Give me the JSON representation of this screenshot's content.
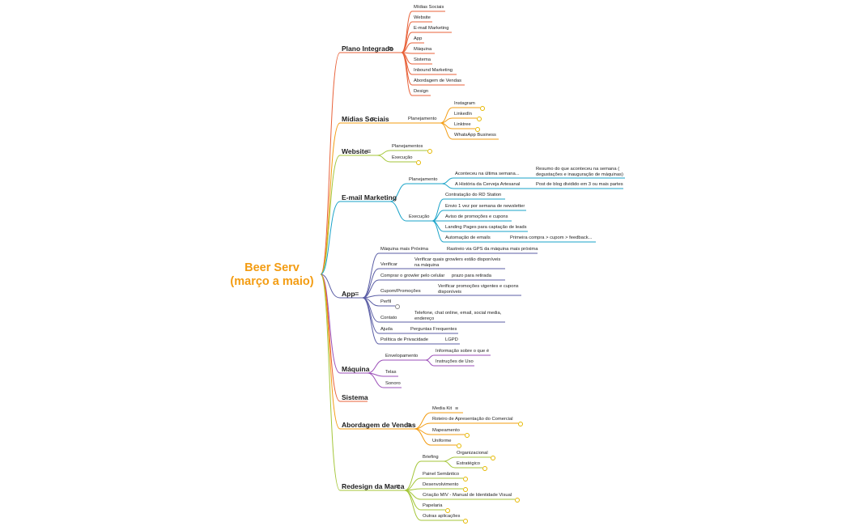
{
  "map": {
    "root": "Beer Serv (março a maio)",
    "notes_icon": "notes-icon",
    "branches": [
      {
        "id": "plano",
        "label": "Plano Integrado",
        "color": "#e8623a",
        "children": [
          "Mídias Sociais",
          "Website",
          "E-mail Marketing",
          "App",
          "Máquina",
          "Sistema",
          "Inbound Marketing",
          "Abordagem de Vendas",
          "Design"
        ]
      },
      {
        "id": "midias",
        "label": "Mídias Sociais",
        "color": "#f39c12",
        "planejamento": "Planejamento",
        "children": [
          "Instagram",
          "LinkedIn",
          "Linktree",
          "WhatsApp Business"
        ]
      },
      {
        "id": "website",
        "label": "Website",
        "color": "#a4c639",
        "children": [
          "Planejamentos",
          "Execução"
        ]
      },
      {
        "id": "email",
        "label": "E-mail Marketing",
        "color": "#1aa3c8",
        "planejamento": "Planejamento",
        "plan_items": [
          {
            "label": "Aconteceu na última semana...",
            "detail": "Resumo do que aconteceu na semana ( degustações e inauguração de máquinas)"
          },
          {
            "label": "A História da Cerveja Artesanal",
            "detail": "Post de blog dividido em 3 ou mais partes"
          }
        ],
        "execucao": "Execução",
        "exec_items": [
          {
            "label": "Contratação do RD Station"
          },
          {
            "label": "Envio 1 vez por semana de newsletter"
          },
          {
            "label": "Aviso de promoções e cupons"
          },
          {
            "label": "Landing Pages para captação de leads"
          },
          {
            "label": "Automação de emails",
            "detail": "Primeira compra > cupom > feedback..."
          }
        ]
      },
      {
        "id": "app",
        "label": "App",
        "color": "#5b5ea6",
        "children": [
          {
            "label": "Máquina mais Próxima",
            "detail": "Rastreio via GPS da máquina mais próxima"
          },
          {
            "label": "Verificar",
            "detail": "Verificar quais growlers estão disponíveis na máquina"
          },
          {
            "label": "Comprar o growler pelo celular",
            "detail": "prazo para retirada"
          },
          {
            "label": "Cupom/Promoções",
            "detail": "Verificar promoções vigentes e cupons disponíveis"
          },
          {
            "label": "Perfil"
          },
          {
            "label": "Contato",
            "detail": "Telefone, chat online, email, social media, endereço"
          },
          {
            "label": "Ajuda",
            "detail": "Perguntas Frequentes"
          },
          {
            "label": "Política de Privacidade",
            "detail": "LGPD"
          }
        ]
      },
      {
        "id": "maquina",
        "label": "Máquina",
        "color": "#9b4fb8",
        "envelopamento": "Envelopamento",
        "env_items": [
          "Informação sobre o que é",
          "Instruções de Uso"
        ],
        "children": [
          "Telas",
          "Sonoro"
        ]
      },
      {
        "id": "sistema",
        "label": "Sistema",
        "color": "#e8623a"
      },
      {
        "id": "abordagem",
        "label": "Abordagem de Vendas",
        "color": "#f39c12",
        "children": [
          "Media Kit",
          "Roteiro de Apresentação do Comercial",
          "Mapeamento",
          "Uniforme"
        ]
      },
      {
        "id": "redesign",
        "label": "Redesign da Marca",
        "color": "#a4c639",
        "briefing": "Briefing",
        "brief_items": [
          "Organizacional",
          "Estratégico"
        ],
        "children": [
          "Painel Semântico",
          "Desenvolvimento",
          "Criação MIV - Manual de Identidade Visual",
          "Papelaria",
          "Outras aplicações"
        ]
      }
    ]
  }
}
